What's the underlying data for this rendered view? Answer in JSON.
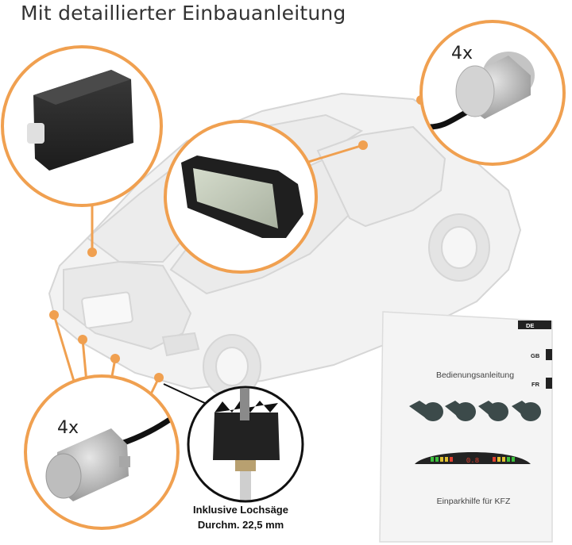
{
  "title": "Mit detaillierter Einbauanleitung",
  "counts": {
    "rear_sensors": "4x",
    "front_sensors": "4x"
  },
  "drill_caption": {
    "line1": "Inklusive Lochsäge",
    "line2": "Durchm. 22,5 mm"
  },
  "manual": {
    "lang_de": "DE",
    "lang_gb": "GB",
    "lang_fr": "FR",
    "heading": "Bedienungsanleitung",
    "subtitle": "Einparkhilfe für KFZ",
    "display_reading": "0.8"
  },
  "colors": {
    "accent_orange": "#f0a050",
    "car_body": "#f2f2f2",
    "car_outline": "#d6d6d6",
    "sensor_silver": "#c8c8c8",
    "control_box": "#2a2a2a"
  }
}
